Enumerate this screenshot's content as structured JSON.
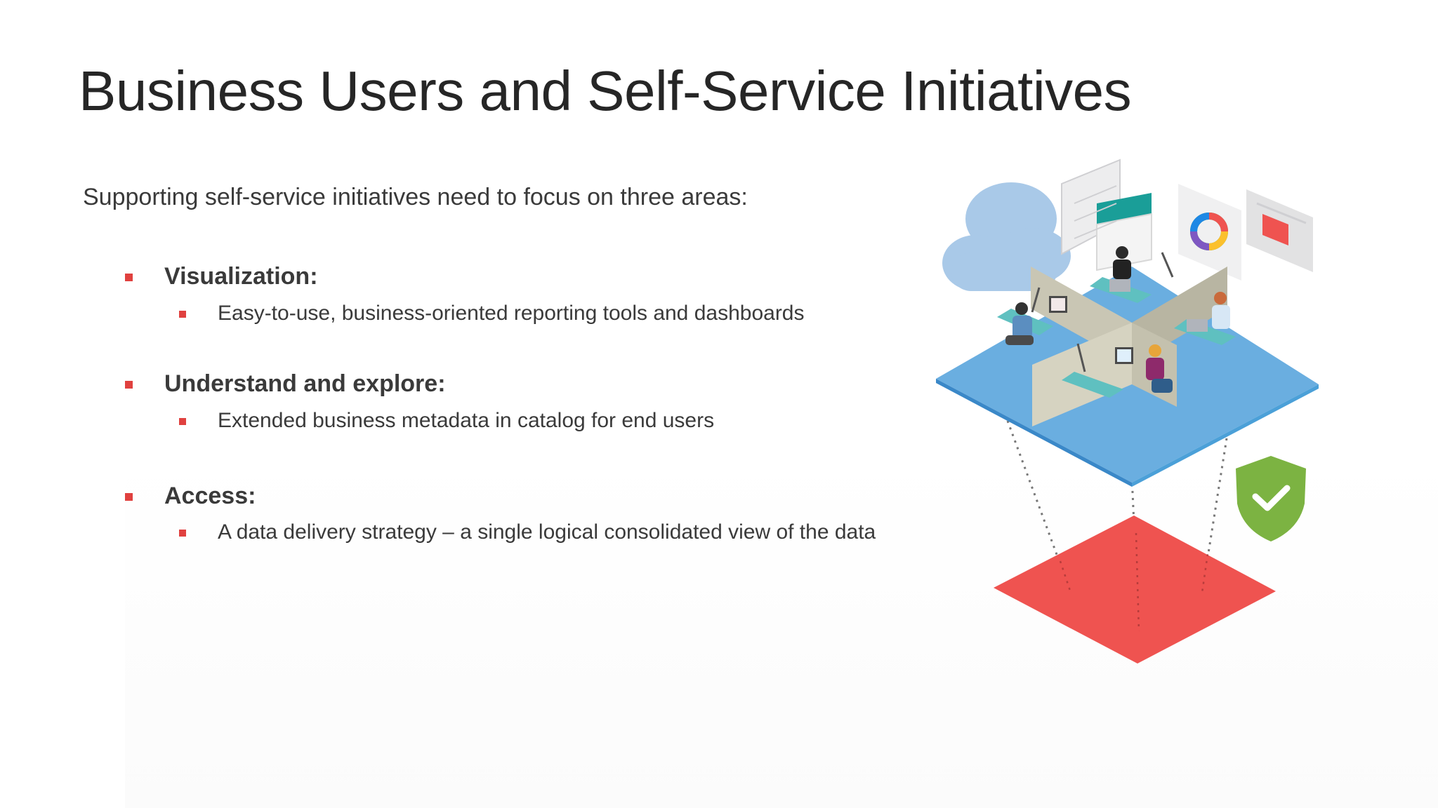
{
  "slide": {
    "title": "Business Users and Self-Service Initiatives",
    "intro": "Supporting self-service initiatives need to focus on three areas:",
    "areas": [
      {
        "heading": "Visualization:",
        "detail": "Easy-to-use, business-oriented reporting tools and dashboards"
      },
      {
        "heading": "Understand and explore:",
        "detail": "Extended business metadata in catalog for end users"
      },
      {
        "heading": "Access:",
        "detail": "A data delivery strategy – a single logical consolidated view of the data"
      }
    ]
  },
  "illustration": {
    "icons": [
      "cloud-icon",
      "table-panel-icon",
      "donut-chart-panel-icon",
      "report-panel-icon",
      "shield-check-icon",
      "office-cubicles-platform",
      "data-layer-platform"
    ],
    "colors": {
      "bullet": "#e0413f",
      "platform": "#6aaee0",
      "data_layer": "#ef5350",
      "shield": "#7cb342",
      "cloud": "#a9c9e8",
      "accent_teal": "#1a9e98"
    }
  }
}
